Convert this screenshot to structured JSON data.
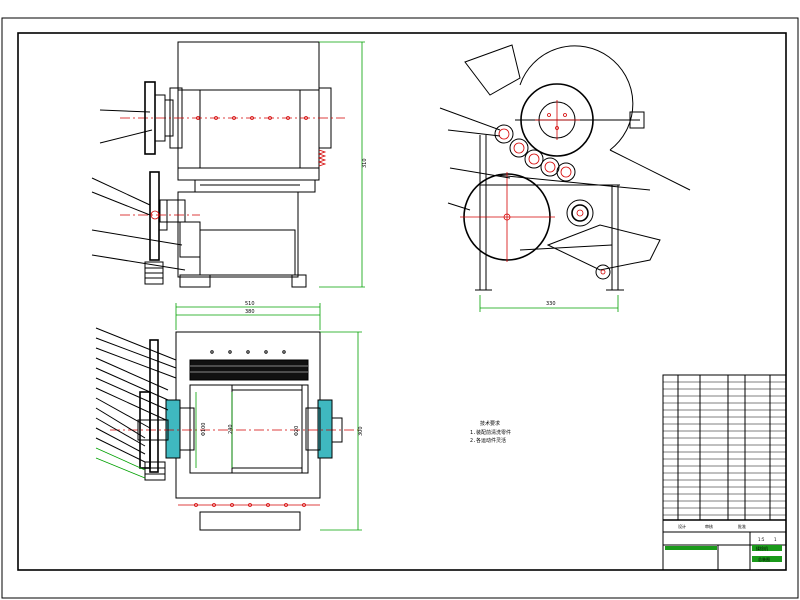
{
  "dimensions": {
    "front_height": "310",
    "bottom_width_outer": "510",
    "bottom_width_inner": "380",
    "bottom_height": "300",
    "side_width": "330",
    "roller_dia": "Φ100",
    "roller_len": "240",
    "shaft_dia": "Φ20"
  },
  "tech_note": {
    "title": "技术要求",
    "lines": [
      "1.装配前清洗零件",
      "2.各运动件灵活"
    ]
  },
  "title_block": {
    "drawing_name": "揉捻机",
    "drawing_code": "总装图",
    "scale": "1:5",
    "sheet": "1",
    "designer": "设计",
    "checker": "审核",
    "approver": "批准"
  },
  "colors": {
    "outline": "#000000",
    "centerline": "#d40000",
    "dimension": "#00a000",
    "leader": "#c000c0"
  }
}
